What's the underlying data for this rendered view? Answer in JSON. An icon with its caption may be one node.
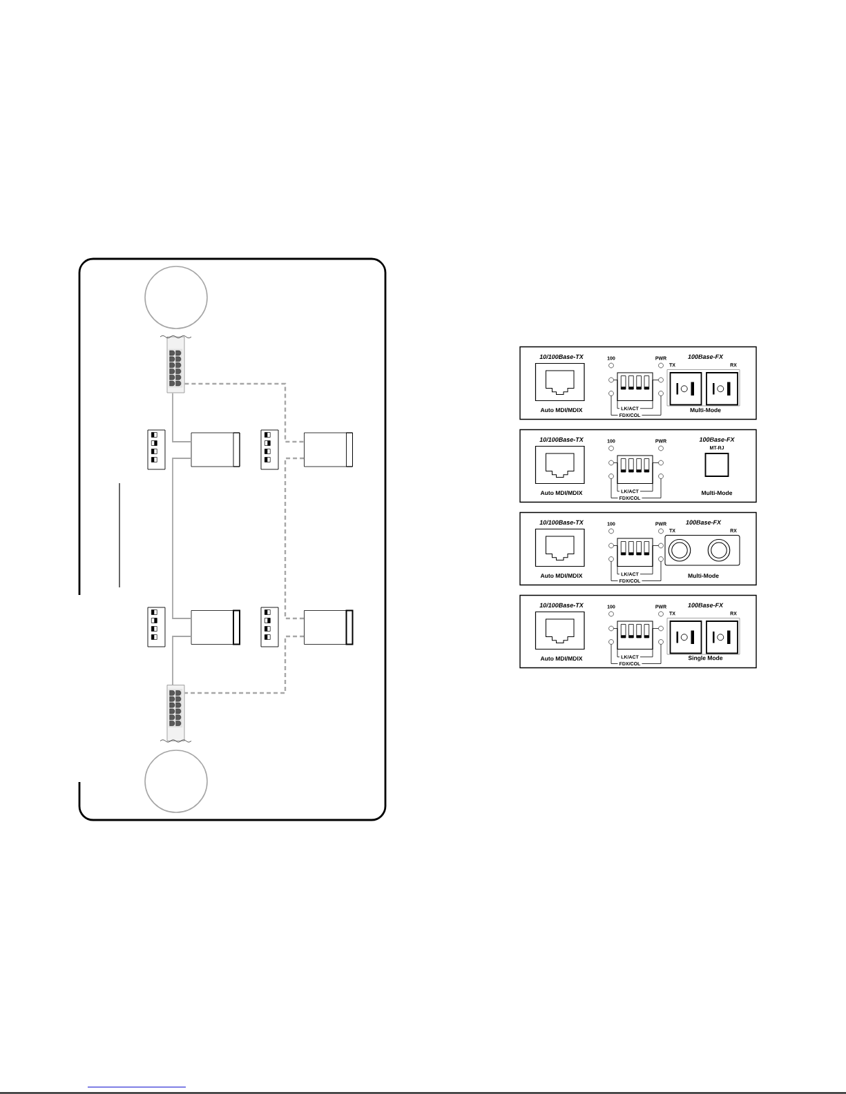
{
  "diagram": {
    "nodes": [
      {
        "text": [],
        "shape": "box"
      },
      {
        "text": [],
        "shape": "circle",
        "in": 0
      },
      {
        "text": [],
        "shape": "picture",
        "in": 0
      },
      {
        "text": [],
        "shape": "box",
        "in": 0
      },
      {
        "text": [],
        "shape": "box",
        "in": 0
      },
      {
        "text": [],
        "shape": "box",
        "in": 0
      },
      {
        "text": [],
        "shape": "box",
        "in": 0
      },
      {
        "text": [],
        "shape": "picture",
        "in": 0
      },
      {
        "text": [],
        "shape": "circle",
        "in": 0
      },
      {
        "text": [
          "10/100Base-TX",
          "100",
          "PWR",
          "100Base-FX",
          "TX",
          "RX",
          "Auto MDI/MDIX",
          "LK/ACT",
          "FDX/COL",
          "Multi-Mode"
        ]
      },
      {
        "text": [
          "10/100Base-TX",
          "100",
          "PWR",
          "100Base-FX",
          "MT-RJ",
          "Auto MDI/MDIX",
          "LK/ACT",
          "FDX/COL",
          "Multi-Mode"
        ]
      },
      {
        "text": [
          "10/100Base-TX",
          "100",
          "PWR",
          "100Base-FX",
          "TX",
          "RX",
          "Auto MDI/MDIX",
          "LK/ACT",
          "FDX/COL",
          "Multi-Mode"
        ]
      },
      {
        "text": [
          "10/100Base-TX",
          "100",
          "PWR",
          "100Base-FX",
          "TX",
          "RX",
          "Auto MDI/MDIX",
          "LK/ACT",
          "FDX/COL",
          "Single Mode"
        ]
      }
    ],
    "edges": [
      {
        "from": 2,
        "to": 3,
        "arrow": "none"
      },
      {
        "from": 3,
        "to": 5,
        "arrow": "none"
      },
      {
        "from": 5,
        "to": 7,
        "arrow": "none"
      },
      {
        "from": 2,
        "to": 4,
        "arrow": "none",
        "style": "dashed"
      },
      {
        "from": 4,
        "to": 6,
        "arrow": "none",
        "style": "dashed"
      },
      {
        "from": 6,
        "to": 7,
        "arrow": "none",
        "style": "dashed"
      }
    ]
  }
}
